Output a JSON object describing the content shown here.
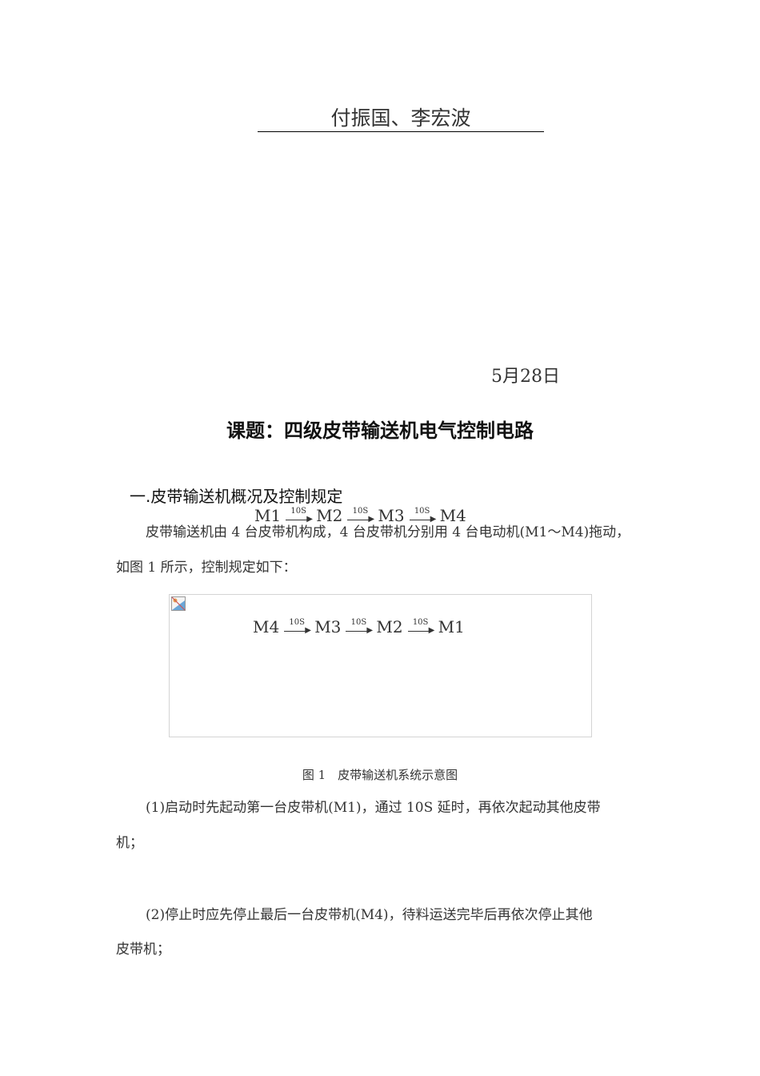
{
  "header": {
    "authors": "付振国、李宏波"
  },
  "date": "5月28日",
  "title": "课题：四级皮带输送机电气控制电路",
  "section1": {
    "heading": "一.皮带输送机概况及控制规定",
    "start_sequence": {
      "motors": [
        "M1",
        "M2",
        "M3",
        "M4"
      ],
      "delay_label": "10S"
    },
    "intro_line1": "皮带输送机由 4 台皮带机构成，4 台皮带机分别用 4 台电动机(M1～M4)拖动，",
    "intro_line2": "如图 1 所示，控制规定如下：",
    "figure": {
      "stop_sequence": {
        "motors": [
          "M4",
          "M3",
          "M2",
          "M1"
        ],
        "delay_label": "10S"
      },
      "broken_image_icon": "broken-image-icon",
      "caption": "图 1　皮带输送机系统示意图"
    },
    "rule1_line1": "(1)启动时先起动第一台皮带机(M1)，通过 10S 延时，再依次起动其他皮带",
    "rule1_line2": "机；",
    "rule2_line1": "(2)停止时应先停止最后一台皮带机(M4)，待料运送完毕后再依次停止其他",
    "rule2_line2": "皮带机；"
  }
}
